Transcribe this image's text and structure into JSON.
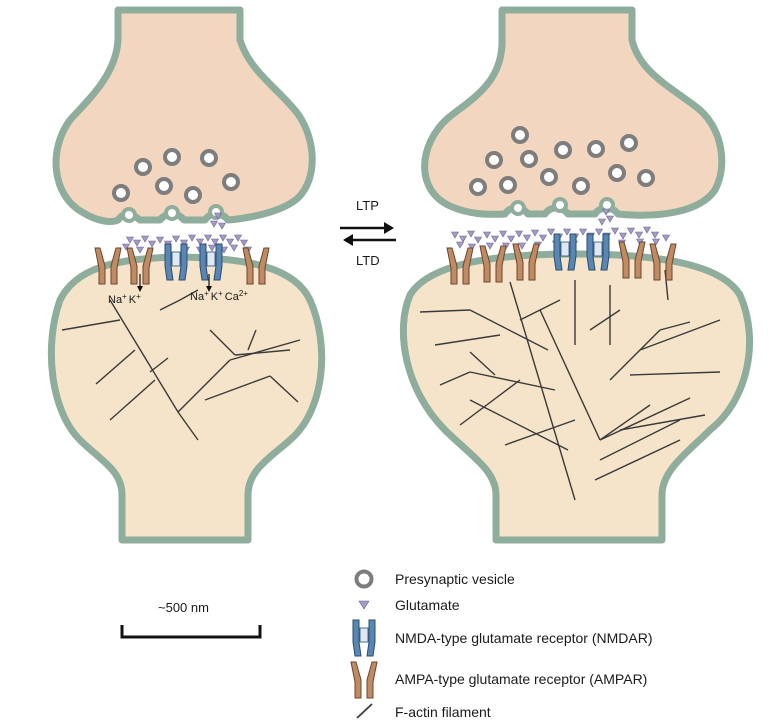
{
  "transition": {
    "forward_label": "LTP",
    "reverse_label": "LTD"
  },
  "ions": {
    "ampa": {
      "na": "Na",
      "na_sup": "+",
      "k": "K",
      "k_sup": "+"
    },
    "nmda": {
      "na": "Na",
      "na_sup": "+",
      "k": "K",
      "k_sup": "+",
      "ca": "Ca",
      "ca_sup": "2+"
    }
  },
  "scale_bar": {
    "label": "~500 nm"
  },
  "legend": {
    "items": [
      {
        "icon": "vesicle-icon",
        "label": "Presynaptic vesicle"
      },
      {
        "icon": "glutamate-icon",
        "label": "Glutamate"
      },
      {
        "icon": "nmdar-icon",
        "label": "NMDA-type glutamate receptor (NMDAR)"
      },
      {
        "icon": "ampar-icon",
        "label": "AMPA-type glutamate receptor (AMPAR)"
      },
      {
        "icon": "actin-filament-icon",
        "label": "F-actin filament"
      }
    ]
  },
  "colors": {
    "membrane": "#8fad9c",
    "presynaptic_fill": "#f3d6c0",
    "postsynaptic_fill": "#f5e4c9",
    "vesicle": "#7d7d7d",
    "glutamate": "#a49ac6",
    "nmdar": "#5a86b3",
    "ampar": "#c08a62",
    "actin": "#3a3a3a"
  }
}
